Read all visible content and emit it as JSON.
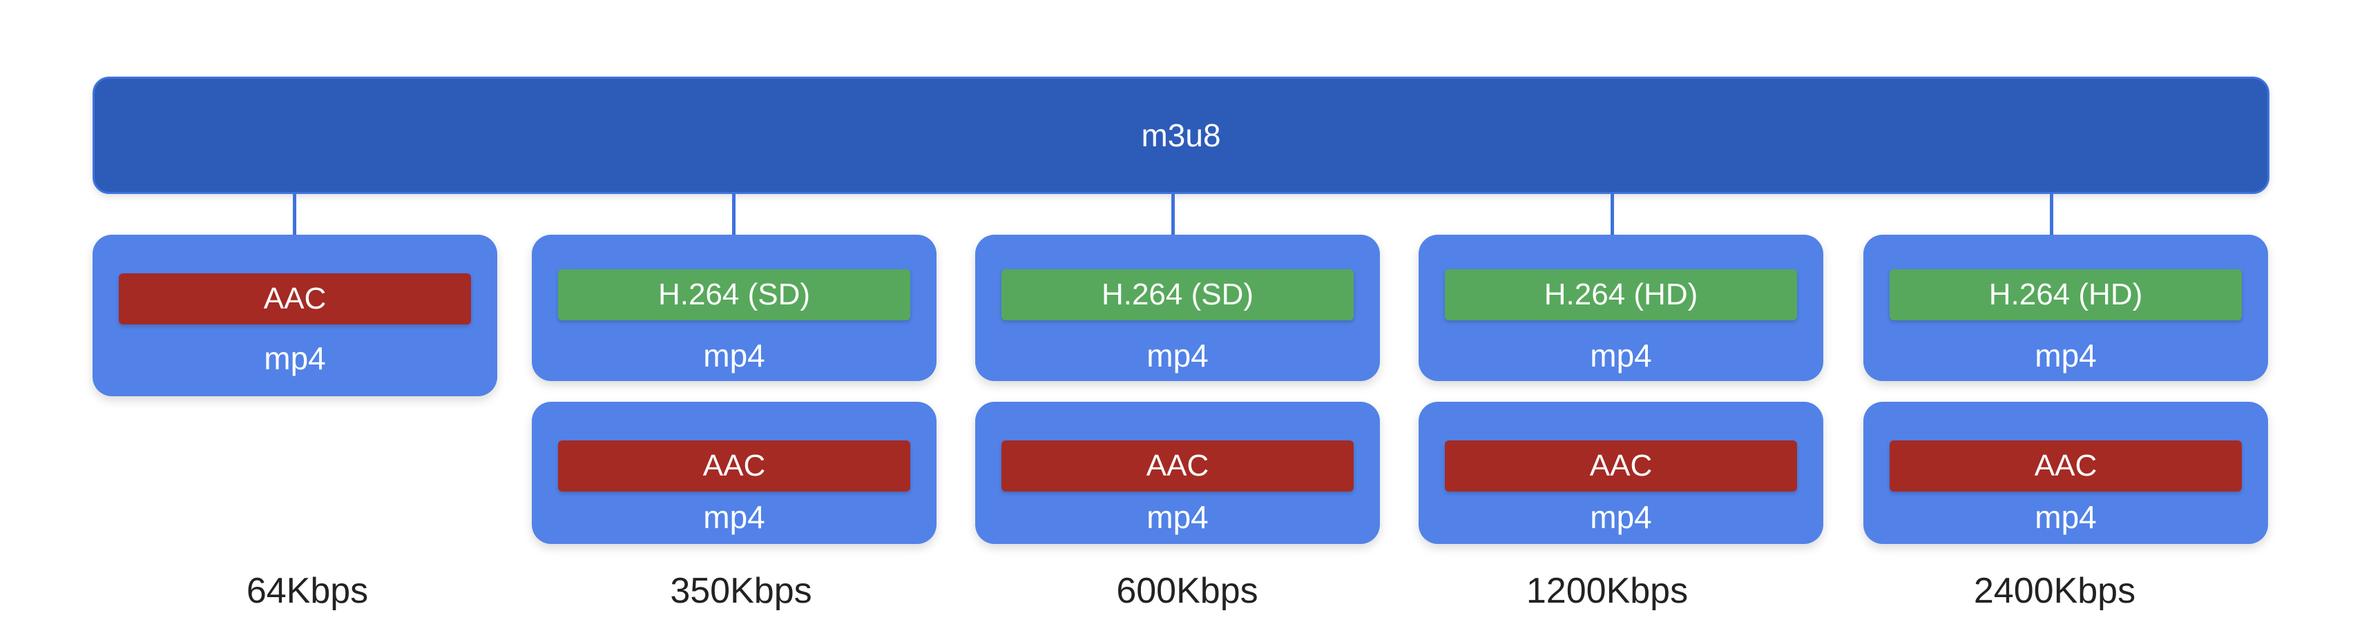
{
  "root": {
    "label": "m3u8"
  },
  "renditions": [
    {
      "bitrate": "64Kbps",
      "containers": [
        {
          "track": "AAC",
          "track_type": "audio",
          "format": "mp4"
        }
      ]
    },
    {
      "bitrate": "350Kbps",
      "containers": [
        {
          "track": "H.264 (SD)",
          "track_type": "video",
          "format": "mp4"
        },
        {
          "track": "AAC",
          "track_type": "audio",
          "format": "mp4"
        }
      ]
    },
    {
      "bitrate": "600Kbps",
      "containers": [
        {
          "track": "H.264 (SD)",
          "track_type": "video",
          "format": "mp4"
        },
        {
          "track": "AAC",
          "track_type": "audio",
          "format": "mp4"
        }
      ]
    },
    {
      "bitrate": "1200Kbps",
      "containers": [
        {
          "track": "H.264 (HD)",
          "track_type": "video",
          "format": "mp4"
        },
        {
          "track": "AAC",
          "track_type": "audio",
          "format": "mp4"
        }
      ]
    },
    {
      "bitrate": "2400Kbps",
      "containers": [
        {
          "track": "H.264 (HD)",
          "track_type": "video",
          "format": "mp4"
        },
        {
          "track": "AAC",
          "track_type": "audio",
          "format": "mp4"
        }
      ]
    }
  ],
  "colors": {
    "root": "#2d5bb8",
    "container": "#5282e8",
    "audio": "#a52a24",
    "video": "#57a85c"
  }
}
